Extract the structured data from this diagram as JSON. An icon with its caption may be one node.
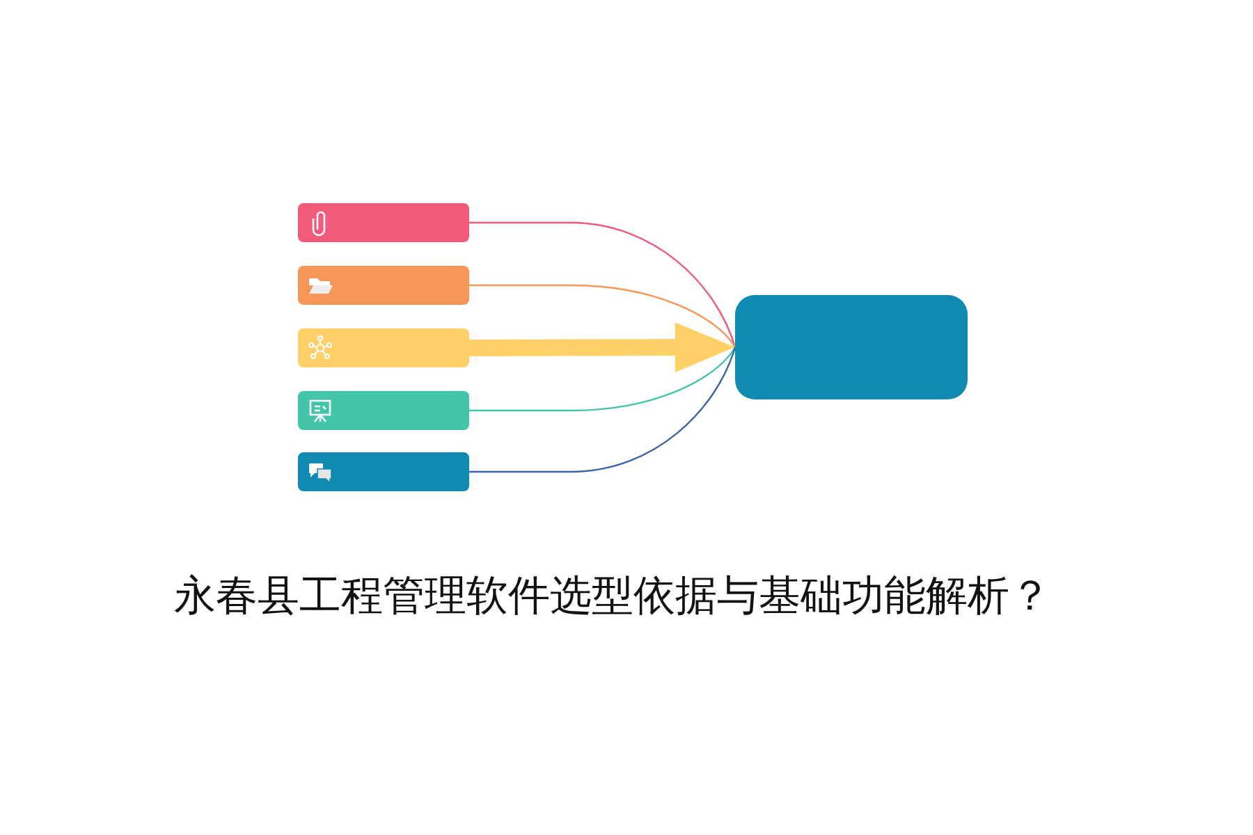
{
  "diagram": {
    "title": "永春县工程管理软件选型依据与基础功能解析？",
    "nodes": [
      {
        "text": [],
        "shape": "bar"
      },
      {
        "text": [],
        "shape": "bar"
      },
      {
        "text": [],
        "shape": "bar"
      },
      {
        "text": [],
        "shape": "bar"
      },
      {
        "text": [],
        "shape": "bar"
      },
      {
        "text": [],
        "shape": "box"
      }
    ],
    "edges": [
      {
        "from": 0,
        "to": 5,
        "arrow": "none",
        "color": "#ef5b7b"
      },
      {
        "from": 1,
        "to": 5,
        "arrow": "none",
        "color": "#f7975a"
      },
      {
        "from": 2,
        "to": 5,
        "arrow": "to",
        "style": "thick",
        "color": "#ffd166"
      },
      {
        "from": 3,
        "to": 5,
        "arrow": "none",
        "color": "#45c5a8"
      },
      {
        "from": 4,
        "to": 5,
        "arrow": "none",
        "color": "#3d62a8"
      }
    ]
  }
}
